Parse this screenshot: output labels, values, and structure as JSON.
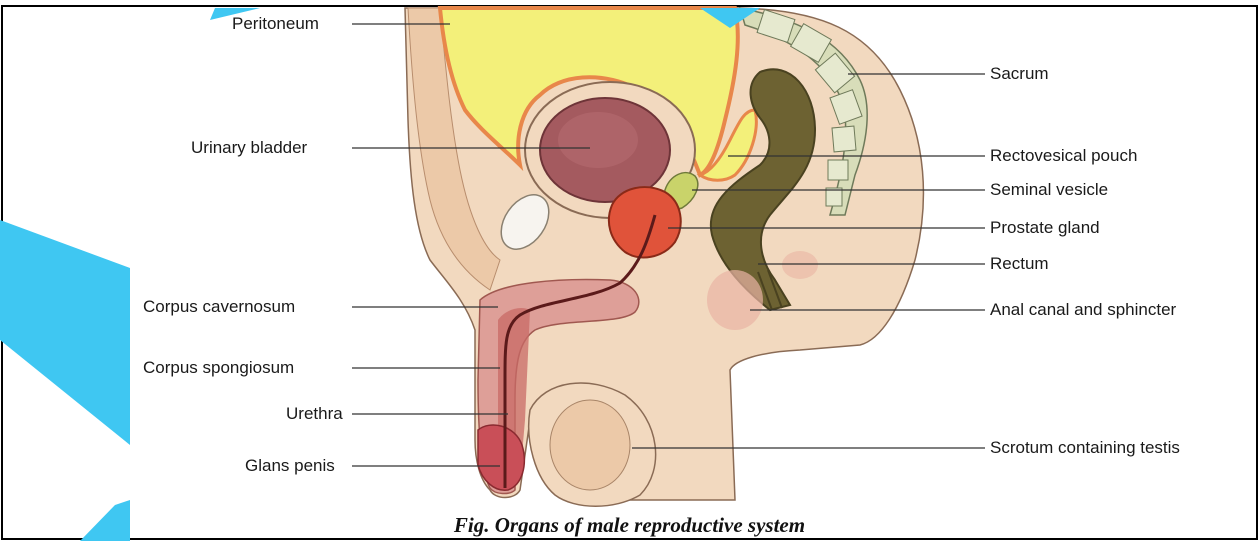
{
  "labels_left": {
    "peritoneum": "Peritoneum",
    "urinary_bladder": "Urinary bladder",
    "corpus_cavernosum": "Corpus cavernosum",
    "corpus_spongiosum": "Corpus spongiosum",
    "urethra": "Urethra",
    "glans_penis": "Glans penis"
  },
  "labels_right": {
    "sacrum": "Sacrum",
    "rectovesical_pouch": "Rectovesical pouch",
    "seminal_vesicle": "Seminal vesicle",
    "prostate_gland": "Prostate gland",
    "rectum": "Rectum",
    "anal_canal": "Anal canal and sphincter",
    "scrotum": "Scrotum containing testis"
  },
  "caption": "Fig. Organs of male reproductive system",
  "colors": {
    "skin": "#f2d9bf",
    "peritoneal_space": "#f3f07a",
    "peritoneum_line": "#e8874a",
    "bladder": "#a45a5f",
    "prostate": "#e0533a",
    "rectum": "#6d6232",
    "erectile_tissue": "#de9f98",
    "watermark": "#3fc7f2"
  }
}
